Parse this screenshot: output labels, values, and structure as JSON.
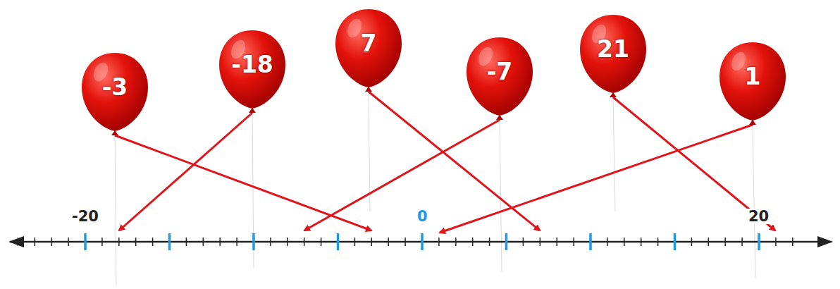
{
  "diagram": {
    "nodes": [
      {
        "text": [
          "-3"
        ]
      },
      {
        "text": [
          "-18"
        ]
      },
      {
        "text": [
          "7"
        ]
      },
      {
        "text": [
          "-7"
        ]
      },
      {
        "text": [
          "21"
        ]
      },
      {
        "text": [
          "1"
        ]
      }
    ],
    "labels": [
      "-20",
      "0",
      "20"
    ]
  }
}
